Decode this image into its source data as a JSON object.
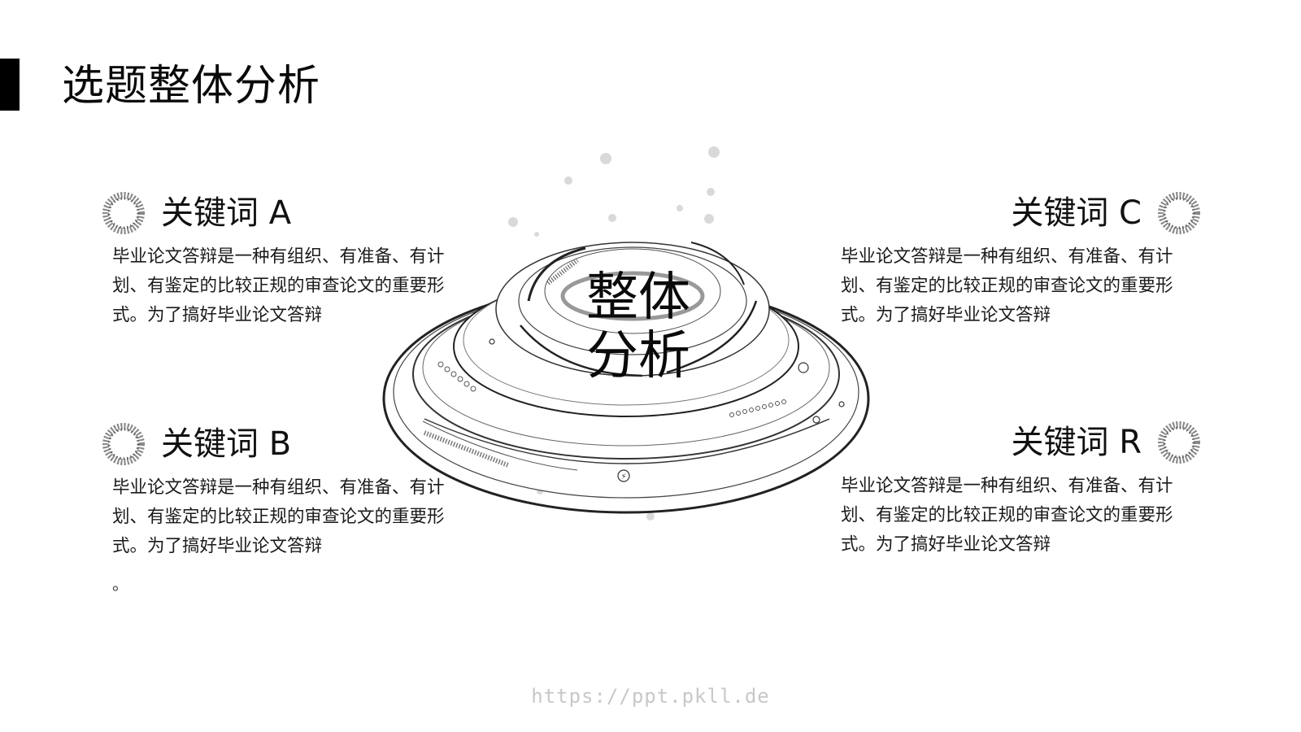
{
  "page": {
    "title": "选题整体分析",
    "watermark": "https://ppt.pkll.de"
  },
  "center": {
    "line1": "整体",
    "line2": "分析",
    "graphic_icon": "layered-disc-platform-illustration"
  },
  "keywords": [
    {
      "id": "a",
      "title": "关键词 A",
      "body": "毕业论文答辩是一种有组织、有准备、有计划、有鉴定的比较正规的审查论文的重要形式。为了搞好毕业论文答辩",
      "icon": "gear-ring-icon"
    },
    {
      "id": "b",
      "title": "关键词 B",
      "body": "毕业论文答辩是一种有组织、有准备、有计划、有鉴定的比较正规的审查论文的重要形式。为了搞好毕业论文答辩",
      "trailing": "。",
      "icon": "gear-ring-icon"
    },
    {
      "id": "c",
      "title": "关键词 C",
      "body": "毕业论文答辩是一种有组织、有准备、有计划、有鉴定的比较正规的审查论文的重要形式。为了搞好毕业论文答辩",
      "icon": "gear-ring-icon"
    },
    {
      "id": "r",
      "title": "关键词 R",
      "body": "毕业论文答辩是一种有组织、有准备、有计划、有鉴定的比较正规的审查论文的重要形式。为了搞好毕业论文答辩",
      "icon": "gear-ring-icon"
    }
  ],
  "colors": {
    "accent": "#000000",
    "text": "#111111",
    "watermark": "#c8c8c8",
    "dots": "#d9d9d9"
  }
}
